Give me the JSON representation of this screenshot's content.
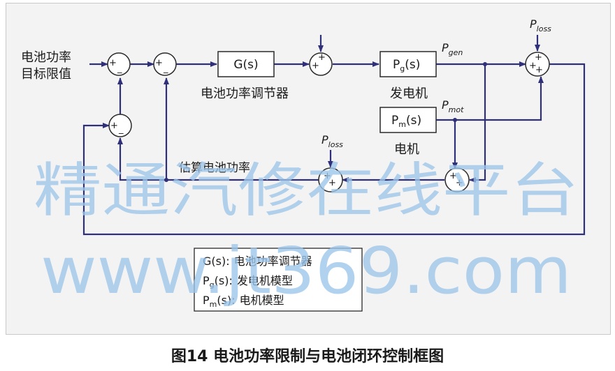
{
  "diagram": {
    "input_label_line1": "电池功率",
    "input_label_line2": "目标限值",
    "blocks": {
      "controller": "G(s)",
      "generator": "P",
      "generator_sub": "g",
      "generator_arg": "(s)",
      "motor": "P",
      "motor_sub": "m",
      "motor_arg": "(s)"
    },
    "block_captions": {
      "controller": "电池功率调节器",
      "generator": "发电机",
      "motor": "电机"
    },
    "signals": {
      "p_gen_main": "P",
      "p_gen_sub": "gen",
      "p_mot_main": "P",
      "p_mot_sub": "mot",
      "p_loss_main": "P",
      "p_loss_sub": "loss"
    },
    "estimate_label": "估算电池功率",
    "legend": {
      "line1_name": "G(s):",
      "line1_desc": "电池功率调节器",
      "line2_main": "P",
      "line2_sub": "g",
      "line2_rest": "(s):",
      "line2_desc": "发电机模型",
      "line3_main": "P",
      "line3_sub": "m",
      "line3_rest": "(s):",
      "line3_desc": "电机模型"
    },
    "signs": {
      "plus": "+",
      "minus": "_"
    }
  },
  "watermark": {
    "line1": "精通汽修在线平台",
    "line2": "www.jt369.com"
  },
  "caption": "图14 电池功率限制与电池闭环控制框图",
  "colors": {
    "line": "#30307a",
    "box": "#2a2a2a",
    "watermark": "#9cc6ea"
  }
}
